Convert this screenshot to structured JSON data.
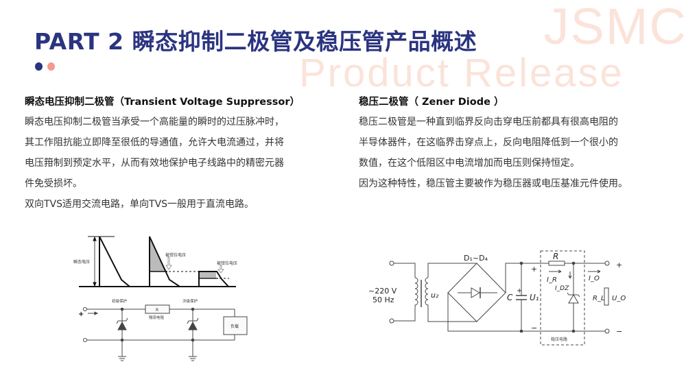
{
  "watermark": {
    "line1": "JSMC",
    "line2": "Product Release"
  },
  "title": "PART 2 瞬态抑制二极管及稳压管产品概述",
  "colors": {
    "accent": "#2b3480",
    "accent2": "#f59a90"
  },
  "tvs": {
    "heading": "瞬态电压抑制二极管（Transient Voltage Suppressor）",
    "lines": [
      "瞬态电压抑制二极管当承受一个高能量的瞬时的过压脉冲时，",
      "其工作阻抗能立即降至很低的导通值，允许大电流通过，并将",
      "电压箝制到预定水平，从而有效地保护电子线路中的精密元器",
      "件免受损坏。",
      "双向TVS适用交流电路，单向TVS一般用于直流电路。"
    ],
    "diagram": {
      "transient_voltage": "瞬态电压",
      "clamped1": "被钳位电压",
      "clamped2": "被钳位电压",
      "primary": "初级保护",
      "secondary": "次级保护",
      "resistor": "R",
      "resistor_label": "隔流电阻",
      "load": "负载",
      "plus": "+"
    }
  },
  "zener": {
    "heading": "稳压二极管（ Zener Diode ）",
    "lines": [
      "稳压二极管是一种直到临界反向击穿电压前都具有很高电阻的",
      "半导体器件，在这临界击穿点上，反向电阻降低到一个很小的",
      "数值，在这个低阻区中电流增加而电压则保持恒定。",
      "因为这种特性，稳压管主要被作为稳压器或电压基准元件使用。"
    ],
    "diagram": {
      "source_v": "~220 V",
      "source_f": "50 Hz",
      "u2": "u₂",
      "bridge": "D₁~D₄",
      "c": "C",
      "u1": "U₁",
      "r": "R",
      "ir": "I_R",
      "idz": "I_DZ",
      "io": "I_O",
      "rl": "R_L",
      "uo": "U_O",
      "plus": "+",
      "minus": "−",
      "box_label": "稳压电路"
    }
  }
}
